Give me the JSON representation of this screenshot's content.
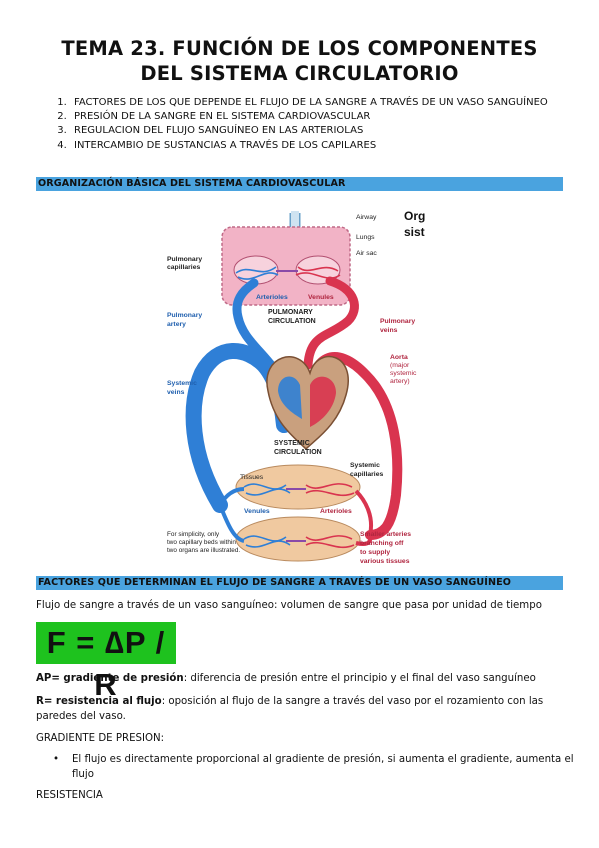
{
  "title_lines": [
    "TEMA 23. FUNCIÓN DE LOS COMPONENTES",
    "DEL SISTEMA CIRCULATORIO"
  ],
  "toc": [
    "FACTORES DE LOS QUE DEPENDE EL FLUJO DE LA SANGRE A TRAVÉS DE UN VASO SANGUÍNEO",
    "PRESIÓN DE LA SANGRE EN EL SISTEMA CARDIOVASCULAR",
    "REGULACION DEL FLUJO SANGUÍNEO EN LAS ARTERIOLAS",
    "INTERCAMBIO DE SUSTANCIAS A TRAVÉS DE LOS CAPILARES"
  ],
  "section1": "ORGANIZACIÓN BÁSICA DEL SISTEMA CARDIOVASCULAR",
  "figure": {
    "side_text": [
      "Org",
      "sist"
    ],
    "labels": {
      "airway": "Airway",
      "lungs": "Lungs",
      "air_sac": "Air sac",
      "pulmonary_capillaries": [
        "Pulmonary",
        "capillaries"
      ],
      "arterioles_top": "Arterioles",
      "venules_top": "Venules",
      "pulmonary_circulation": [
        "PULMONARY",
        "CIRCULATION"
      ],
      "pulmonary_artery": [
        "Pulmonary",
        "artery"
      ],
      "pulmonary_veins": [
        "Pulmonary",
        "veins"
      ],
      "aorta": "Aorta",
      "aorta_note": [
        "(major",
        "systemic",
        "artery)"
      ],
      "systemic_veins": [
        "Systemic",
        "veins"
      ],
      "systemic_circulation": [
        "SYSTEMIC",
        "CIRCULATION"
      ],
      "tissues": "Tissues",
      "systemic_capillaries": [
        "Systemic",
        "capillaries"
      ],
      "venules_bottom": "Venules",
      "arterioles_bottom": "Arterioles",
      "simplicity_note": [
        "For simplicity, only",
        "two capillary beds within",
        "two organs are illustrated."
      ],
      "smaller_arteries": [
        "Smaller arteries",
        "branching off",
        "to supply",
        "various tissues"
      ]
    },
    "colors": {
      "artery_red": "#d9344f",
      "vein_blue": "#2f7fd6",
      "lung_pink": "#f2b3c6",
      "tissue_tan": "#f0c9a0"
    }
  },
  "section2": "FACTORES QUE DETERMINAN EL FLUJO DE SANGRE A TRAVÉS DE UN VASO SANGUÍNEO",
  "definition": "Flujo de sangre a través de un vaso sanguíneo: volumen de sangre que pasa por unidad de tiempo",
  "formula": "F = ∆P / R",
  "ap_term": "AP= gradiente de presión",
  "ap_def": ": diferencia de presión entre el principio y el final del vaso sanguíneo",
  "r_term": "R= resistencia al flujo",
  "r_def": ": oposición al flujo de la sangre a través del vaso por el rozamiento con las paredes del vaso.",
  "gradient_heading": "GRADIENTE DE PRESION:",
  "bullets": [
    "El flujo es directamente proporcional al gradiente de presión, si aumenta el gradiente, aumenta el flujo"
  ],
  "bullet_symbol": "•",
  "resistance_heading": "RESISTENCIA"
}
